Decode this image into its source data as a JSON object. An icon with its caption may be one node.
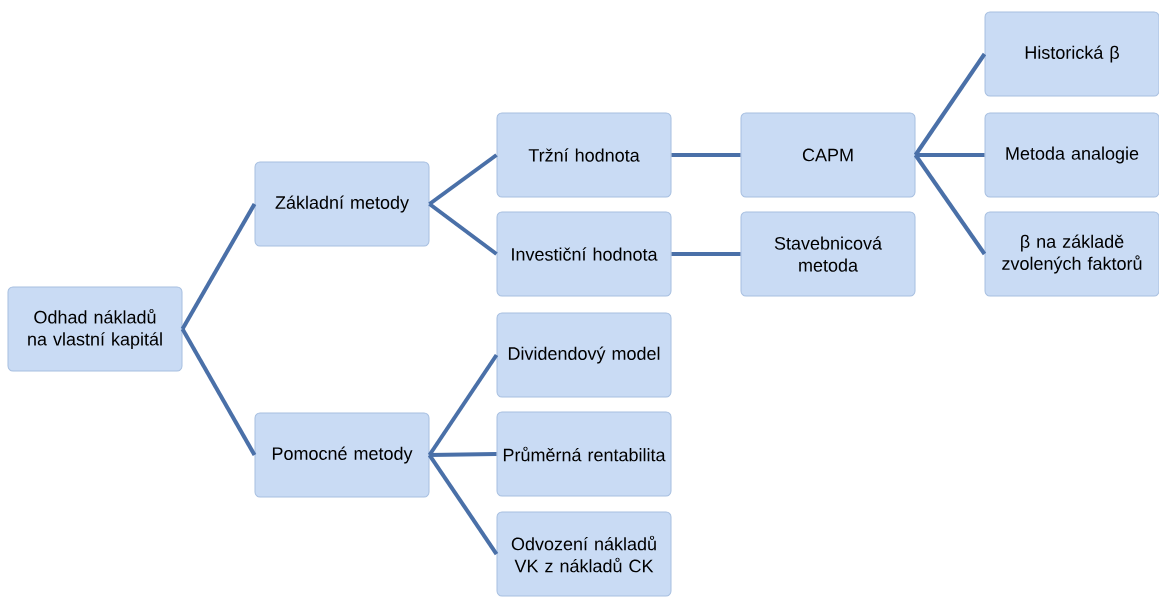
{
  "diagram": {
    "nodes": [
      {
        "text": [
          "Odhad nákladů na vlastní kapitál"
        ]
      },
      {
        "text": [
          "Základní metody"
        ]
      },
      {
        "text": [
          "Pomocné metody"
        ]
      },
      {
        "text": [
          "Tržní hodnota"
        ]
      },
      {
        "text": [
          "Investiční hodnota"
        ]
      },
      {
        "text": [
          "Dividendový model"
        ]
      },
      {
        "text": [
          "Průměrná rentabilita"
        ]
      },
      {
        "text": [
          "Odvození nákladů VK z nákladů CK"
        ]
      },
      {
        "text": [
          "CAPM"
        ]
      },
      {
        "text": [
          "Stavebnicová metoda"
        ]
      },
      {
        "text": [
          "Historická β"
        ]
      },
      {
        "text": [
          "Metoda analogie"
        ]
      },
      {
        "text": [
          "β na základě zvolených faktorů"
        ]
      }
    ],
    "edges": [
      {
        "from": 0,
        "to": 1,
        "arrow": "none"
      },
      {
        "from": 0,
        "to": 2,
        "arrow": "none"
      },
      {
        "from": 1,
        "to": 3,
        "arrow": "none"
      },
      {
        "from": 1,
        "to": 4,
        "arrow": "none"
      },
      {
        "from": 2,
        "to": 5,
        "arrow": "none"
      },
      {
        "from": 2,
        "to": 6,
        "arrow": "none"
      },
      {
        "from": 2,
        "to": 7,
        "arrow": "none"
      },
      {
        "from": 3,
        "to": 8,
        "arrow": "none"
      },
      {
        "from": 4,
        "to": 9,
        "arrow": "none"
      },
      {
        "from": 8,
        "to": 10,
        "arrow": "none"
      },
      {
        "from": 8,
        "to": 11,
        "arrow": "none"
      },
      {
        "from": 8,
        "to": 12,
        "arrow": "none"
      }
    ]
  }
}
